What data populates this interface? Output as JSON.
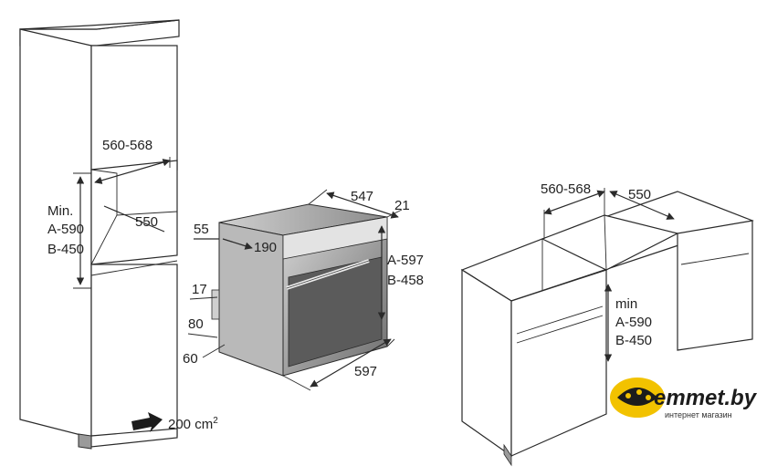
{
  "left_cabinet": {
    "niche_width": "560-568",
    "niche_depth": "550",
    "niche_height_min": "Min.",
    "niche_height_a": "A-590",
    "niche_height_b": "B-450",
    "ventilation": "200 cm",
    "ventilation_sup": "2"
  },
  "oven": {
    "depth": "547",
    "front_thickness": "21",
    "top_offset": "55",
    "top_depth": "190",
    "height_a": "A-597",
    "height_b": "B-458",
    "side_17": "17",
    "side_80": "80",
    "side_60": "60",
    "width": "597"
  },
  "right_cabinet": {
    "niche_width": "560-568",
    "niche_depth": "550",
    "height_min": "min",
    "height_a": "A-590",
    "height_b": "B-450"
  },
  "logo": {
    "brand": "emmet.by",
    "tagline": "интернет магазин",
    "colors": {
      "yellow": "#f2c200",
      "dark": "#1c1c1c"
    }
  }
}
